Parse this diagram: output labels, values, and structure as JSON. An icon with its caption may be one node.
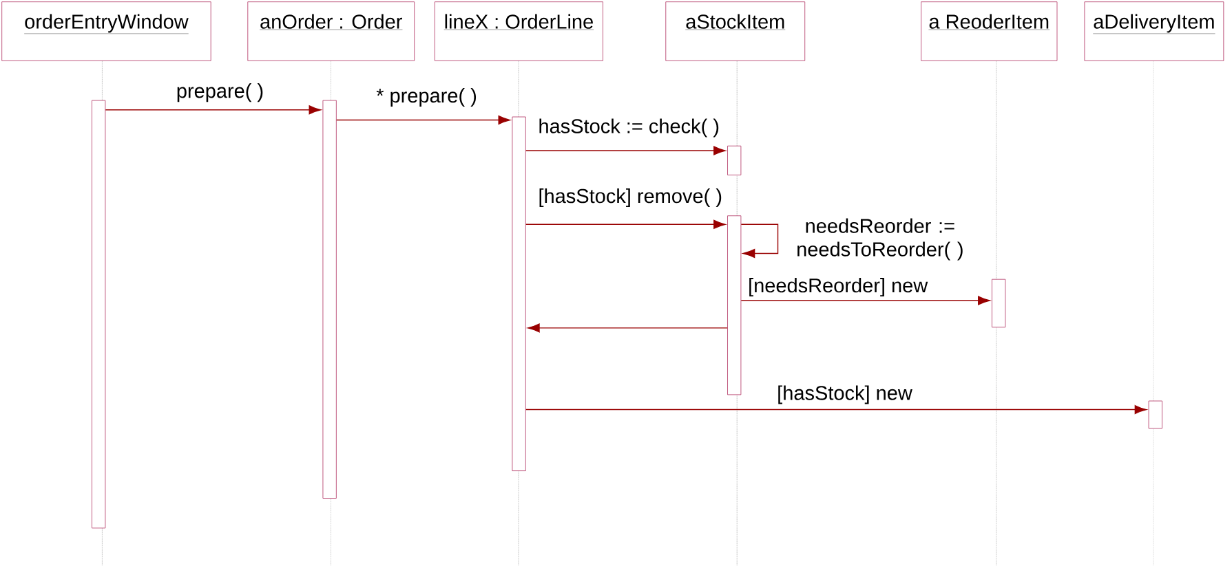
{
  "diagram": {
    "nodes": [
      {
        "text": [
          "orderEntryWindow"
        ]
      },
      {
        "text": [
          "anOrder : Order"
        ]
      },
      {
        "text": [
          "lineX : OrderLine"
        ]
      },
      {
        "text": [
          "aStockItem"
        ]
      },
      {
        "text": [
          "a ReoderItem"
        ]
      },
      {
        "text": [
          "aDeliveryItem"
        ]
      },
      {
        "text": [],
        "shape": "bar"
      },
      {
        "text": [],
        "shape": "bar"
      },
      {
        "text": [],
        "shape": "bar"
      },
      {
        "text": [],
        "shape": "bar"
      },
      {
        "text": [],
        "shape": "bar"
      },
      {
        "text": [],
        "shape": "bar"
      },
      {
        "text": [],
        "shape": "bar"
      }
    ],
    "edges": [
      {
        "from": 6,
        "to": 7,
        "arrow": "to",
        "label": "prepare( )"
      },
      {
        "from": 7,
        "to": 8,
        "arrow": "to",
        "label": "* prepare( )"
      },
      {
        "from": 8,
        "to": 9,
        "arrow": "to",
        "label": "hasStock := check( )"
      },
      {
        "from": 8,
        "to": 10,
        "arrow": "to",
        "label": "[hasStock] remove( )"
      },
      {
        "from": 10,
        "to": 10,
        "arrow": "to",
        "label": "needsReorder := needsToReorder( )"
      },
      {
        "from": 10,
        "to": 11,
        "arrow": "to",
        "label": "[needsReorder] new"
      },
      {
        "from": 10,
        "to": 8,
        "arrow": "to"
      },
      {
        "from": 8,
        "to": 12,
        "arrow": "to",
        "label": "[hasStock] new"
      }
    ]
  }
}
